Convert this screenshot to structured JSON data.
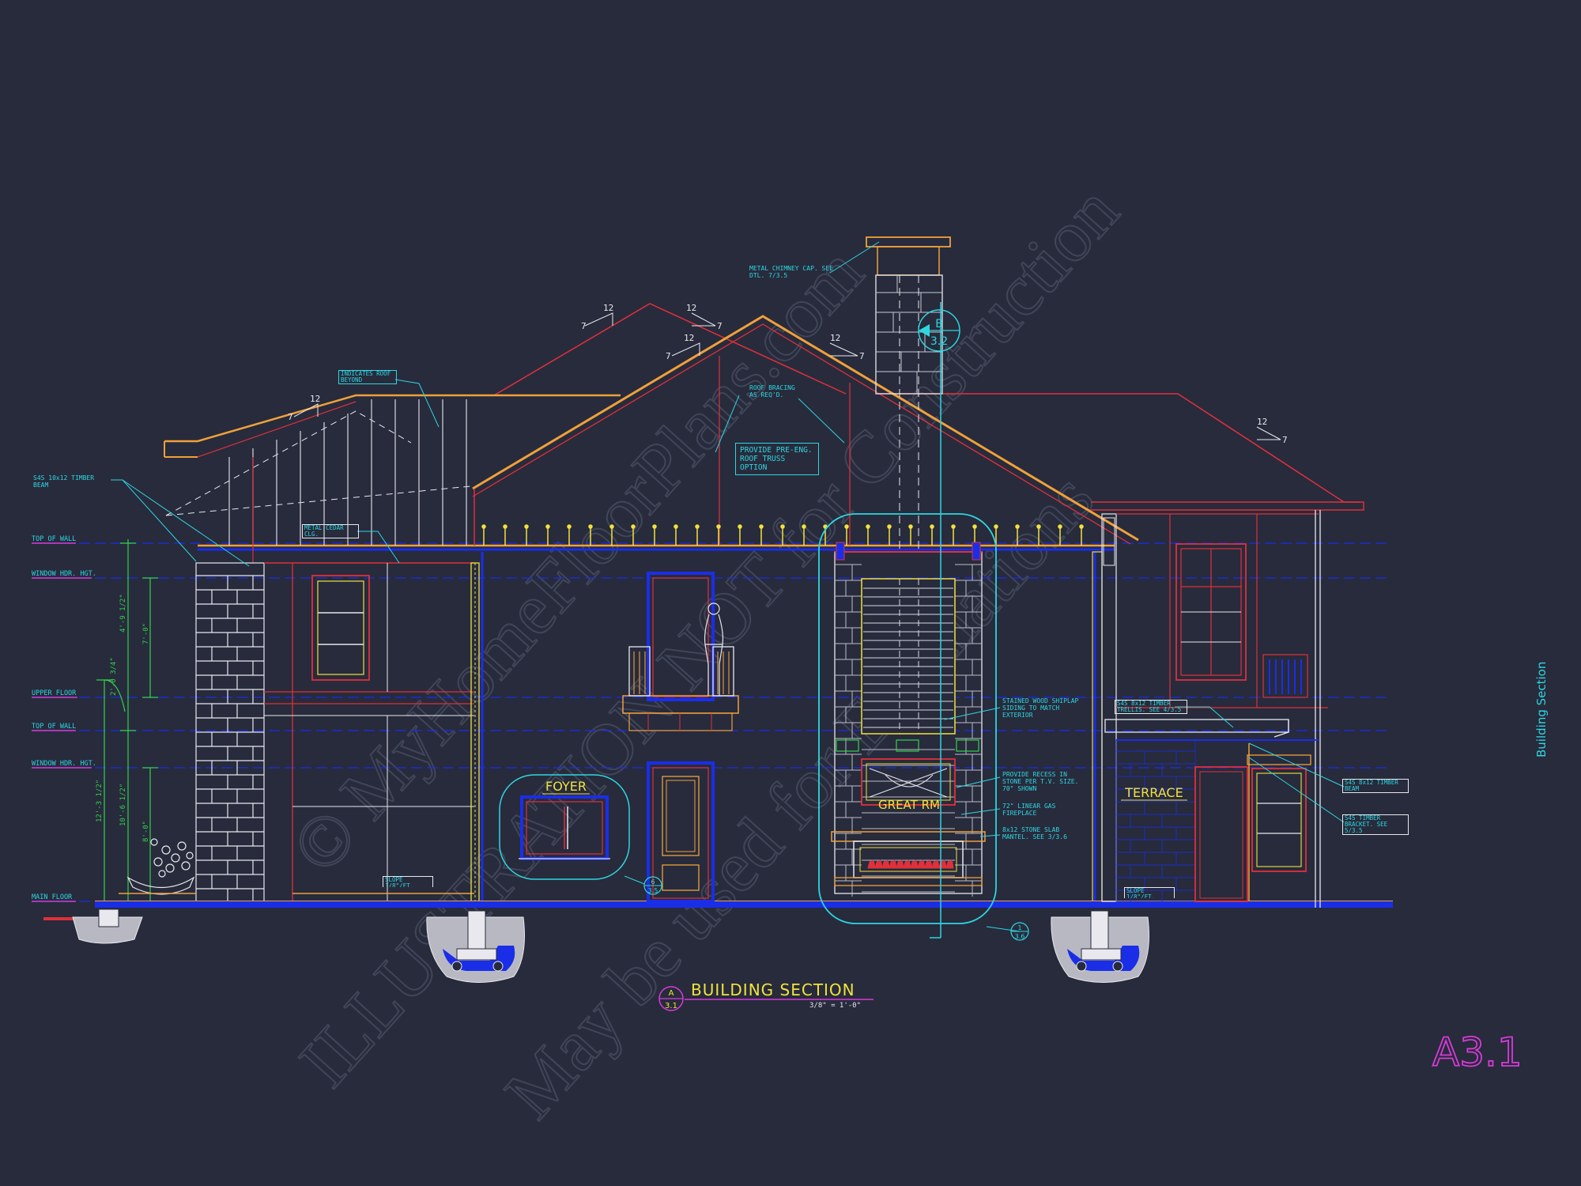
{
  "sheet": {
    "sheet_number": "A3.1",
    "side_label": "Building Section",
    "watermark": {
      "line1": "© MyHomeFloorPlans.com",
      "line2": "ILLUSTRATION NOT for Construction",
      "line3": "May be used for Estimations"
    }
  },
  "title_block": {
    "title": "BUILDING SECTION",
    "scale": "3/8\" = 1'-0\"",
    "bubble_top": "A",
    "bubble_bottom": "3.1"
  },
  "levels": {
    "top_of_wall_upper": "TOP OF WALL",
    "window_hdr_upper": "WINDOW HDR. HGT.",
    "upper_floor": "UPPER FLOOR",
    "top_of_wall_lower": "TOP OF WALL",
    "window_hdr_lower": "WINDOW HDR. HGT.",
    "main_floor": "MAIN FLOOR"
  },
  "dimensions": {
    "d1": "4'-9 1/2\"",
    "d2": "7'-0\"",
    "d3": "2'-0 3/4\"",
    "d4": "10'-6 1/2\"",
    "d5": "8'-0\"",
    "d6": "12'-3 1/2\""
  },
  "rooms": {
    "foyer": "FOYER",
    "great_rm": "GREAT RM",
    "terrace": "TERRACE"
  },
  "roof_pitch": {
    "rise": "12",
    "run": "7"
  },
  "callouts": {
    "metal_chimney": "METAL CHIMNEY CAP. SEE DTL. 7/3.5",
    "roof_bracing": "ROOF BRACING AS REQ'D.",
    "truss_option": "PROVIDE PRE-ENG. ROOF TRUSS OPTION",
    "indicates_roof": "INDICATES ROOF BEYOND",
    "timber_beam": "S4S 10x12 TIMBER BEAM",
    "metal_cedar": "METAL CEDAR CLG.",
    "shiplap": "STAINED WOOD SHIPLAP SIDING TO MATCH EXTERIOR",
    "recess_tv": "PROVIDE RECESS IN STONE PER T.V. SIZE. 70\" SHOWN",
    "linear_gas": "72\" LINEAR GAS FIREPLACE",
    "stone_mantel": "8x12 STONE SLAB MANTEL. SEE 3/3.6",
    "trellis": "S4S 8x12 TIMBER TRELLIS. SEE 4/3.5",
    "terrace_beam": "S4S 8x12 TIMBER BEAM",
    "timber_bracket": "S4S TIMBER BRACKET. SEE 5/3.5",
    "slope_left": "SLOPE 1/8\"/FT.",
    "slope_right": "SLOPE 1/8\"/FT."
  },
  "detail_bubbles": {
    "chimney_top": "B",
    "chimney_bottom": "3.2",
    "door_top": "6",
    "door_bottom": "3.5",
    "fireplace_top": "1",
    "fireplace_bottom": "3.6"
  },
  "colors": {
    "background": "#272b3c",
    "red": "#e0303a",
    "orange": "#f0a03a",
    "yellow": "#f2e23c",
    "cyan": "#2fd6e0",
    "blue": "#1a2ee8",
    "green": "#34d24a",
    "magenta": "#d83ad8",
    "white": "#e8e8ee",
    "gray": "#9a9aa4"
  }
}
